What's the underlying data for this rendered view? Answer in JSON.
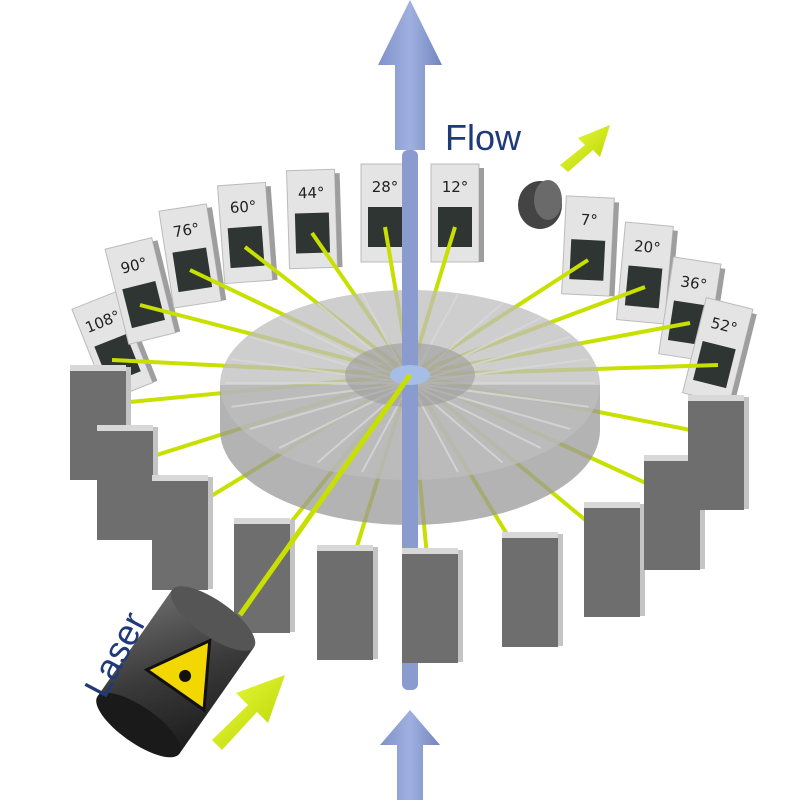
{
  "labels": {
    "flow": "Flow",
    "laser": "Laser"
  },
  "detector_angles": [
    "108°",
    "90°",
    "76°",
    "60°",
    "44°",
    "28°",
    "12°",
    "7°",
    "20°",
    "36°",
    "52°"
  ],
  "colors": {
    "flow_arrow": "#8a9bd0",
    "beam": "#c8e000",
    "detector": "#e4e4e4",
    "disc": "#a8a8a8",
    "label_text": "#1f3a7a"
  }
}
